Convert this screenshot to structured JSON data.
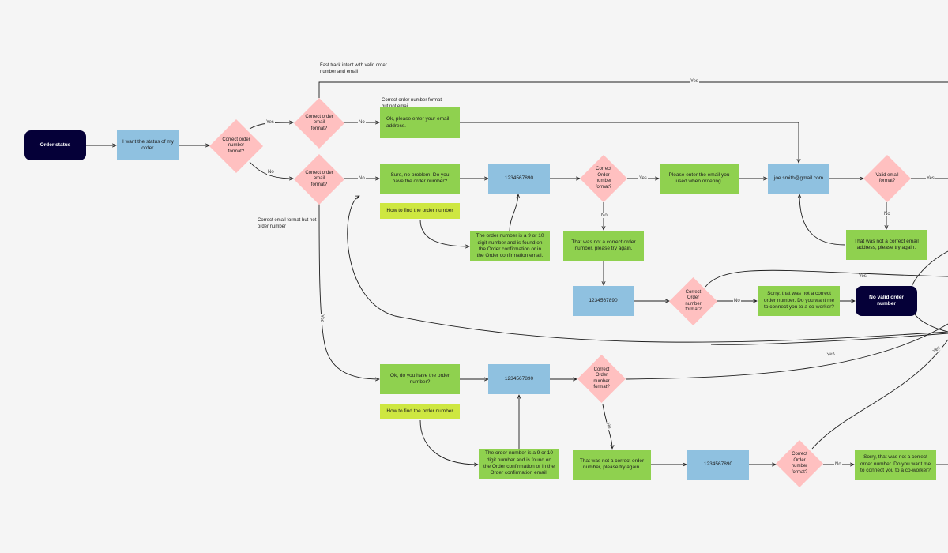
{
  "nodes": {
    "start": "Order status",
    "want_status": "I want the status of my order.",
    "d_order_number": "Correct order number format?",
    "d_email_top": "Correct order email format?",
    "d_email_mid": "Correct order email format?",
    "enter_email": "Ok, please enter your email address.",
    "sure_no_problem": "Sure, no problem. Do you have the order number?",
    "how_find_1": "How to find the order number",
    "explain_1": "The order number is a 9 or 10 digit number and is found on the Order confirmation or in the Order confirmation email.",
    "num_1": "1234567890",
    "d_order_1": "Correct Order number format?",
    "not_correct_1": "That was not a correct order number, please try again.",
    "num_2": "1234567890",
    "d_order_2": "Correct Order number format?",
    "sorry_1": "Sorry, that was not a correct order number. Do you want me to connect you to a co-worker?",
    "no_valid": "No valid order number",
    "enter_email_used": "Please enter the email you used when ordering.",
    "email_value": "joe.smith@gmail.com",
    "d_valid_email": "Valid email format?",
    "not_correct_email": "That was not a correct email address, please try again.",
    "ok_have_number": "Ok, do you have the order number?",
    "how_find_2": "How to find the order number",
    "explain_2": "The order number is a 9 or 10 digit number and is found on the Order confirmation or in the Order confirmation email.",
    "num_3": "1234567890",
    "d_order_3": "Correct Order number format?",
    "not_correct_2": "That was not a correct order number, please try again.",
    "num_4": "1234567890",
    "d_order_4": "Correct Order number format?",
    "sorry_2": "Sorry, that was not a correct order number. Do you want me to connect you to a co-worker?"
  },
  "notes": {
    "fast_track": "Fast track intent with valid order number and email",
    "correct_order_not_email": "Correct order number format but not email",
    "correct_email_not_order": "Correct email format but not order number"
  },
  "edge_labels": {
    "yes_top": "Yes",
    "yes_1": "Yes",
    "no_1": "No",
    "no_2": "No",
    "no_3": "No",
    "yes_2": "Yes",
    "no_4": "No",
    "no_5": "No",
    "yes_3": "Yes",
    "no_6": "No",
    "yes_4": "Yes",
    "yes_5": "Yes",
    "yes_6": "Yes",
    "yes_7": "Yes",
    "no_7": "No",
    "no_8": "No"
  },
  "colors": {
    "green": "#8fd14f",
    "blue": "#8fc1e0",
    "lime": "#cee741",
    "pink": "#ffc0c0",
    "dark": "#050038",
    "background": "#f5f5f5"
  }
}
